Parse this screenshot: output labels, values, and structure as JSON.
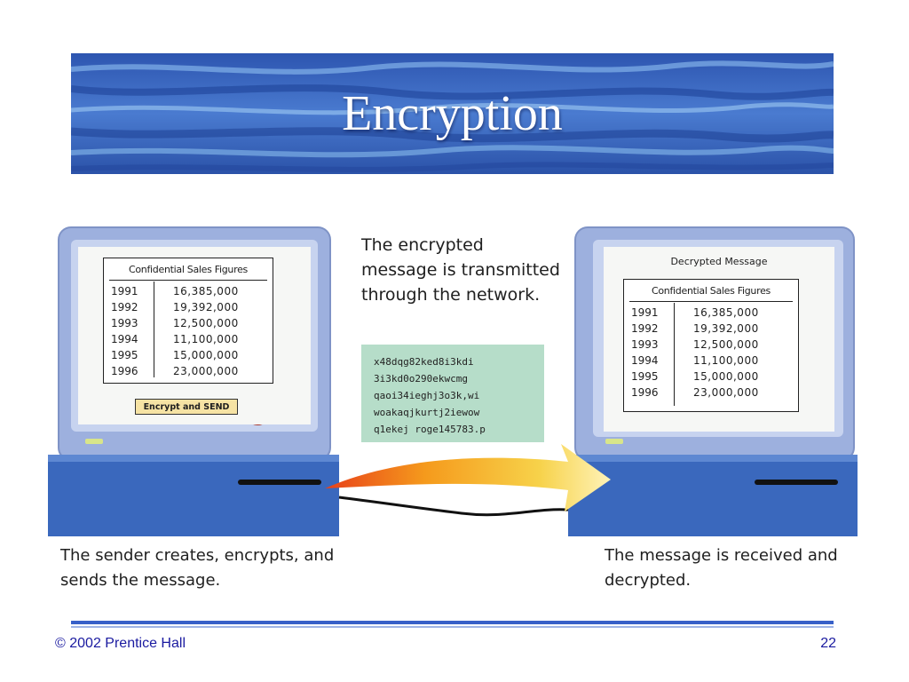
{
  "slide": {
    "title": "Encryption",
    "copyright_symbol": "©",
    "copyright_text": "2002 Prentice Hall",
    "page_number": "22"
  },
  "sender_screen": {
    "table_title": "Confidential Sales Figures",
    "rows": [
      {
        "year": "1991",
        "value": "16,385,000"
      },
      {
        "year": "1992",
        "value": "19,392,000"
      },
      {
        "year": "1993",
        "value": "12,500,000"
      },
      {
        "year": "1994",
        "value": "11,100,000"
      },
      {
        "year": "1995",
        "value": "15,000,000"
      },
      {
        "year": "1996",
        "value": "23,000,000"
      }
    ],
    "button_label": "Encrypt and SEND"
  },
  "receiver_screen": {
    "header": "Decrypted Message",
    "table_title": "Confidential Sales Figures",
    "rows": [
      {
        "year": "1991",
        "value": "16,385,000"
      },
      {
        "year": "1992",
        "value": "19,392,000"
      },
      {
        "year": "1993",
        "value": "12,500,000"
      },
      {
        "year": "1994",
        "value": "11,100,000"
      },
      {
        "year": "1995",
        "value": "15,000,000"
      },
      {
        "year": "1996",
        "value": "23,000,000"
      }
    ]
  },
  "network_caption": "The encrypted message is transmitted through the network.",
  "ciphertext_lines": [
    "x48dqg82ked8i3kdi",
    "3i3kd0o290ekwcmg",
    "qaoi34ieghj3o3k,wi",
    "woakaqjkurtj2iewow",
    "q1ekej roge145783.p"
  ],
  "sender_caption": "The sender creates, encrypts, and sends the message.",
  "receiver_caption": "The message is received and decrypted.",
  "colors": {
    "banner": "#3a67c4",
    "monitor_frame": "#9db0de",
    "cpu_case": "#3a68bd",
    "cipher_box": "#b6ddc9",
    "footer_text": "#1a1aa0",
    "arrow": "#f5a623"
  }
}
